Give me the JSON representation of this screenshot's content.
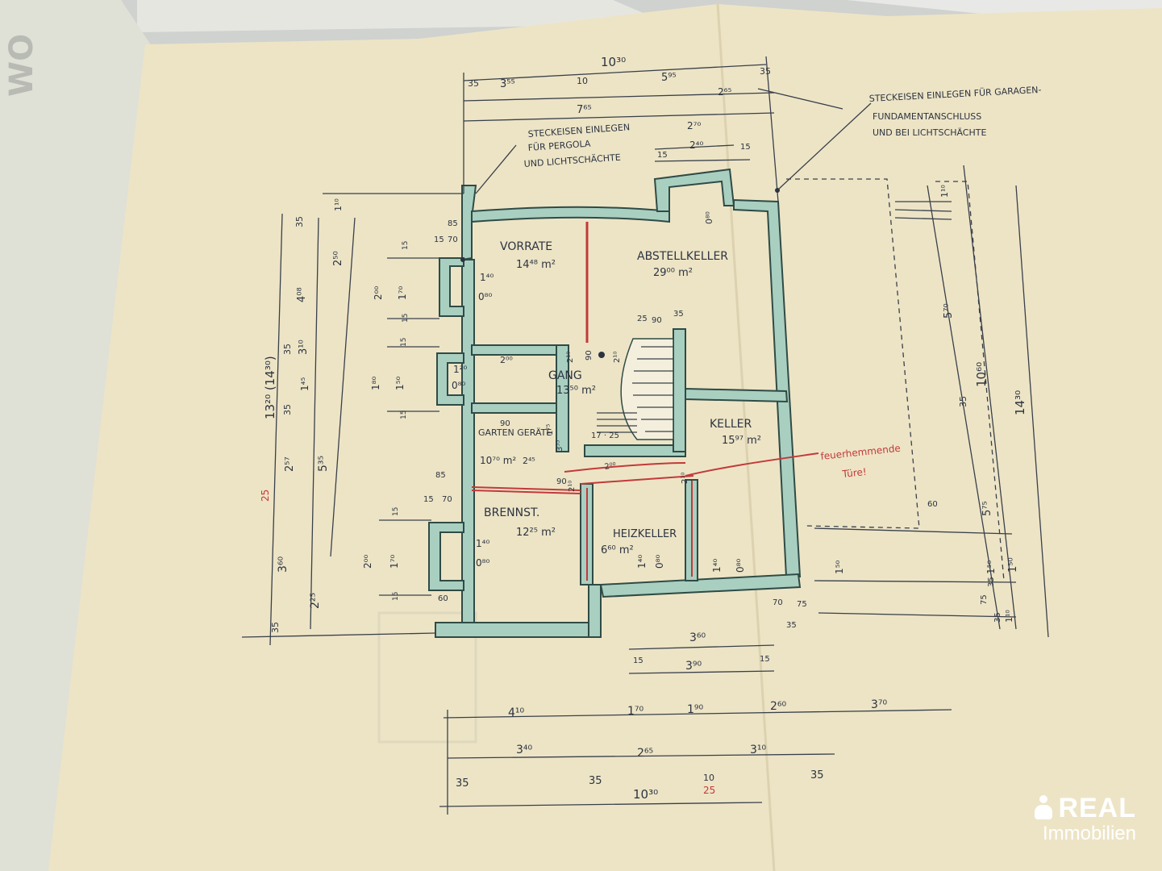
{
  "rooms": [
    {
      "name": "VORRATE",
      "area": "14⁴⁸ m²"
    },
    {
      "name": "ABSTELLKELLER",
      "area": "29⁰⁰ m²"
    },
    {
      "name": "GANG",
      "area": "13⁵⁰ m²"
    },
    {
      "name": "KELLER",
      "area": "15⁹⁷ m²"
    },
    {
      "name": "GARTEN GERÄTE",
      "area": "10⁷⁰ m²"
    },
    {
      "name": "BRENNST.",
      "area": "12²⁵ m²"
    },
    {
      "name": "HEIZKELLER",
      "area": "6⁶⁰ m²"
    }
  ],
  "notes": {
    "pergola": [
      "STECKEISEN EINLEGEN",
      "FÜR PERGOLA",
      "UND LICHTSCHÄCHTE"
    ],
    "garage": [
      "STECKEISEN EINLEGEN FÜR GARAGEN-",
      "FUNDAMENTANSCHLUSS",
      "UND BEI LICHTSCHÄCHTE"
    ],
    "red_note": [
      "feuerhemmende",
      "Türe!"
    ],
    "stair": "17 · 25"
  },
  "dims": {
    "top_total": "10³⁰",
    "top_row": [
      "35",
      "3⁵⁵",
      "10",
      "5⁹⁵",
      "35"
    ],
    "top_sub": [
      "7⁶⁵",
      "2⁶⁵"
    ],
    "garage_top": [
      "2⁷⁰",
      "2⁴⁰",
      "15",
      "15"
    ],
    "bottom_row1": [
      "4¹⁰",
      "1⁷⁰",
      "1⁹⁰",
      "2⁶⁰",
      "3⁷⁰"
    ],
    "bottom_row2": [
      "3⁴⁰",
      "2⁶⁵",
      "3¹⁰"
    ],
    "bottom_row3": [
      "35",
      "35",
      "10",
      "35"
    ],
    "bottom_total": "10³⁰",
    "bottom_red": "25",
    "heiz_dims": [
      "3⁶⁰",
      "3⁹⁰",
      "15",
      "15"
    ],
    "left_outer": "13²⁰ (14³⁰)",
    "left_col2": [
      "35",
      "4⁰⁸",
      "3¹⁰",
      "35",
      "2⁵⁷",
      "5³⁵",
      "3⁶⁰",
      "2²⁵",
      "35"
    ],
    "left_col3": [
      "1¹⁰",
      "2⁵⁰",
      "1⁴⁵",
      "35"
    ],
    "left_windows": [
      "2⁰⁰",
      "1⁷⁰",
      "1⁸⁰",
      "1⁵⁰",
      "2⁰⁰",
      "1⁷⁰",
      "15",
      "15",
      "15",
      "15",
      "15",
      "15"
    ],
    "window_labels": [
      "1⁴⁰",
      "0⁸⁰",
      "1²⁰",
      "0⁸⁰",
      "1⁴⁰",
      "0⁸⁰"
    ],
    "heiz_window": [
      "1⁴⁰",
      "0⁸⁰",
      "1⁴⁰",
      "0⁸⁰"
    ],
    "door_labels": [
      "2¹⁰",
      "90",
      "2¹⁰",
      "2⁰⁰",
      "90",
      "2¹⁰",
      "90",
      "2¹⁰",
      "2⁰⁰",
      "0⁸⁰"
    ],
    "small": [
      "85",
      "70",
      "15",
      "60",
      "25",
      "90",
      "35",
      "1⁷⁵",
      "3⁵⁵",
      "2⁴⁵",
      "85",
      "70",
      "15",
      "70",
      "75",
      "35"
    ],
    "right_col": [
      "1¹⁰",
      "5⁷⁰",
      "10⁶⁰",
      "14³⁰",
      "35",
      "5⁷⁵",
      "1⁵⁰",
      "1⁵⁰",
      "35",
      "75",
      "1¹⁰",
      "60",
      "35"
    ],
    "right_left": "1⁵⁰",
    "red_left": "25"
  },
  "logo": {
    "brand": "REAL",
    "sub": "Immobilien"
  },
  "colors": {
    "paper": "#ede4c6",
    "wall": "#a9cfc1",
    "ink": "#2c3440",
    "red_ink": "#c23a3a",
    "left_page": "#dfe0d6"
  }
}
